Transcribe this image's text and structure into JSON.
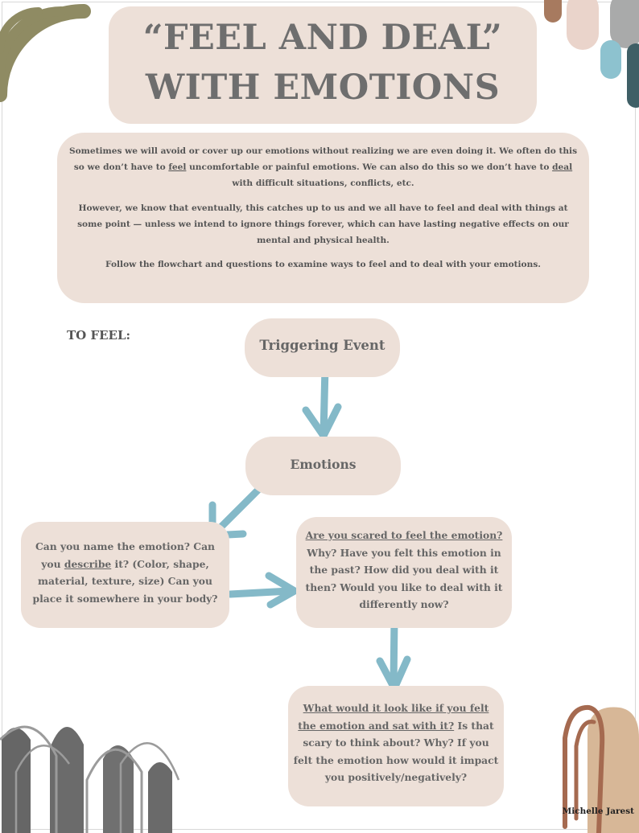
{
  "title": {
    "line1": "“FEEL AND DEAL”",
    "line2": "WITH EMOTIONS"
  },
  "intro": {
    "p1_part1": "Sometimes we will avoid or cover up our emotions without realizing we are even doing it. We often do this so we don’t have to ",
    "p1_feel": "feel",
    "p1_part2": " uncomfortable or painful emotions. We can also do this so we don’t have to ",
    "p1_deal": "deal",
    "p1_part3": " with difficult situations, conflicts, etc.",
    "p2": "However, we know that eventually, this catches up to us and we all have to feel and deal with things at some point — unless we intend to ignore things forever, which can have lasting negative effects on our mental and physical health.",
    "p3": "Follow the flowchart and questions to examine ways to feel and to deal with your emotions."
  },
  "section_label": "TO FEEL:",
  "flowchart": {
    "triggering_event": "Triggering Event",
    "emotions": "Emotions",
    "name_box": {
      "part1": "Can you name the emotion? Can you ",
      "describe": "describe",
      "part2": " it? (Color, shape, material, texture, size) Can you place it somewhere in your body?"
    },
    "scared_box": {
      "heading": "Are you scared to feel the emotion?",
      "body": " Why? Have you felt this emotion in the past? How did you deal with it then? Would you like to deal with it differently now?"
    },
    "sat_box": {
      "heading": "What would it look like if you felt the emotion and sat with it?",
      "body": " Is that scary to think about? Why? If you felt the emotion how would it impact you positively/negatively?"
    }
  },
  "signature": "Michelle Jarest",
  "colors": {
    "box_fill": "#ede0d8",
    "arrow": "#84b9c8",
    "text": "#555555",
    "title_text": "#6e6e6e"
  }
}
